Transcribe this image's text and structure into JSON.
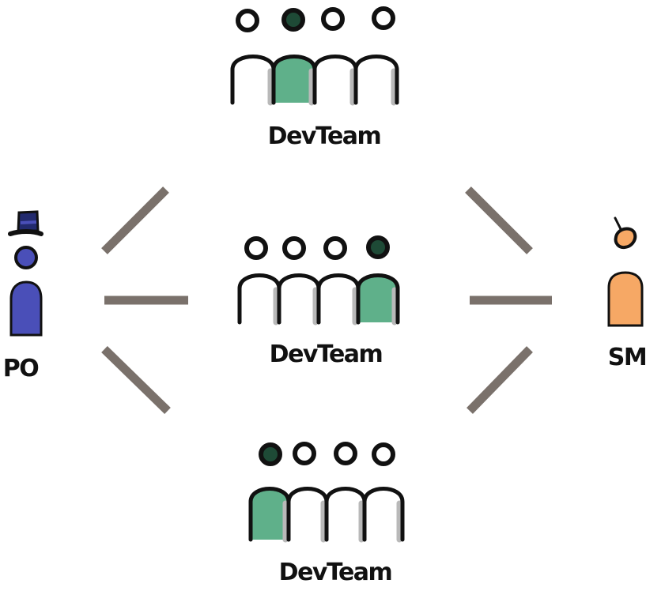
{
  "colors": {
    "ink": "#111111",
    "connector": "#7a716b",
    "highlight_member": "#5fb08a",
    "highlight_head": "#1e4a36",
    "po": "#4a4fb8",
    "sm": "#f6a865"
  },
  "teams": [
    {
      "label": "DevTeam",
      "members": 4,
      "highlighted_member": 2
    },
    {
      "label": "DevTeam",
      "members": 4,
      "highlighted_member": 4
    },
    {
      "label": "DevTeam",
      "members": 4,
      "highlighted_member": 1
    }
  ],
  "roles": {
    "po": {
      "label": "PO",
      "icon": "top-hat-icon"
    },
    "sm": {
      "label": "SM",
      "icon": "whistle-icon"
    }
  }
}
